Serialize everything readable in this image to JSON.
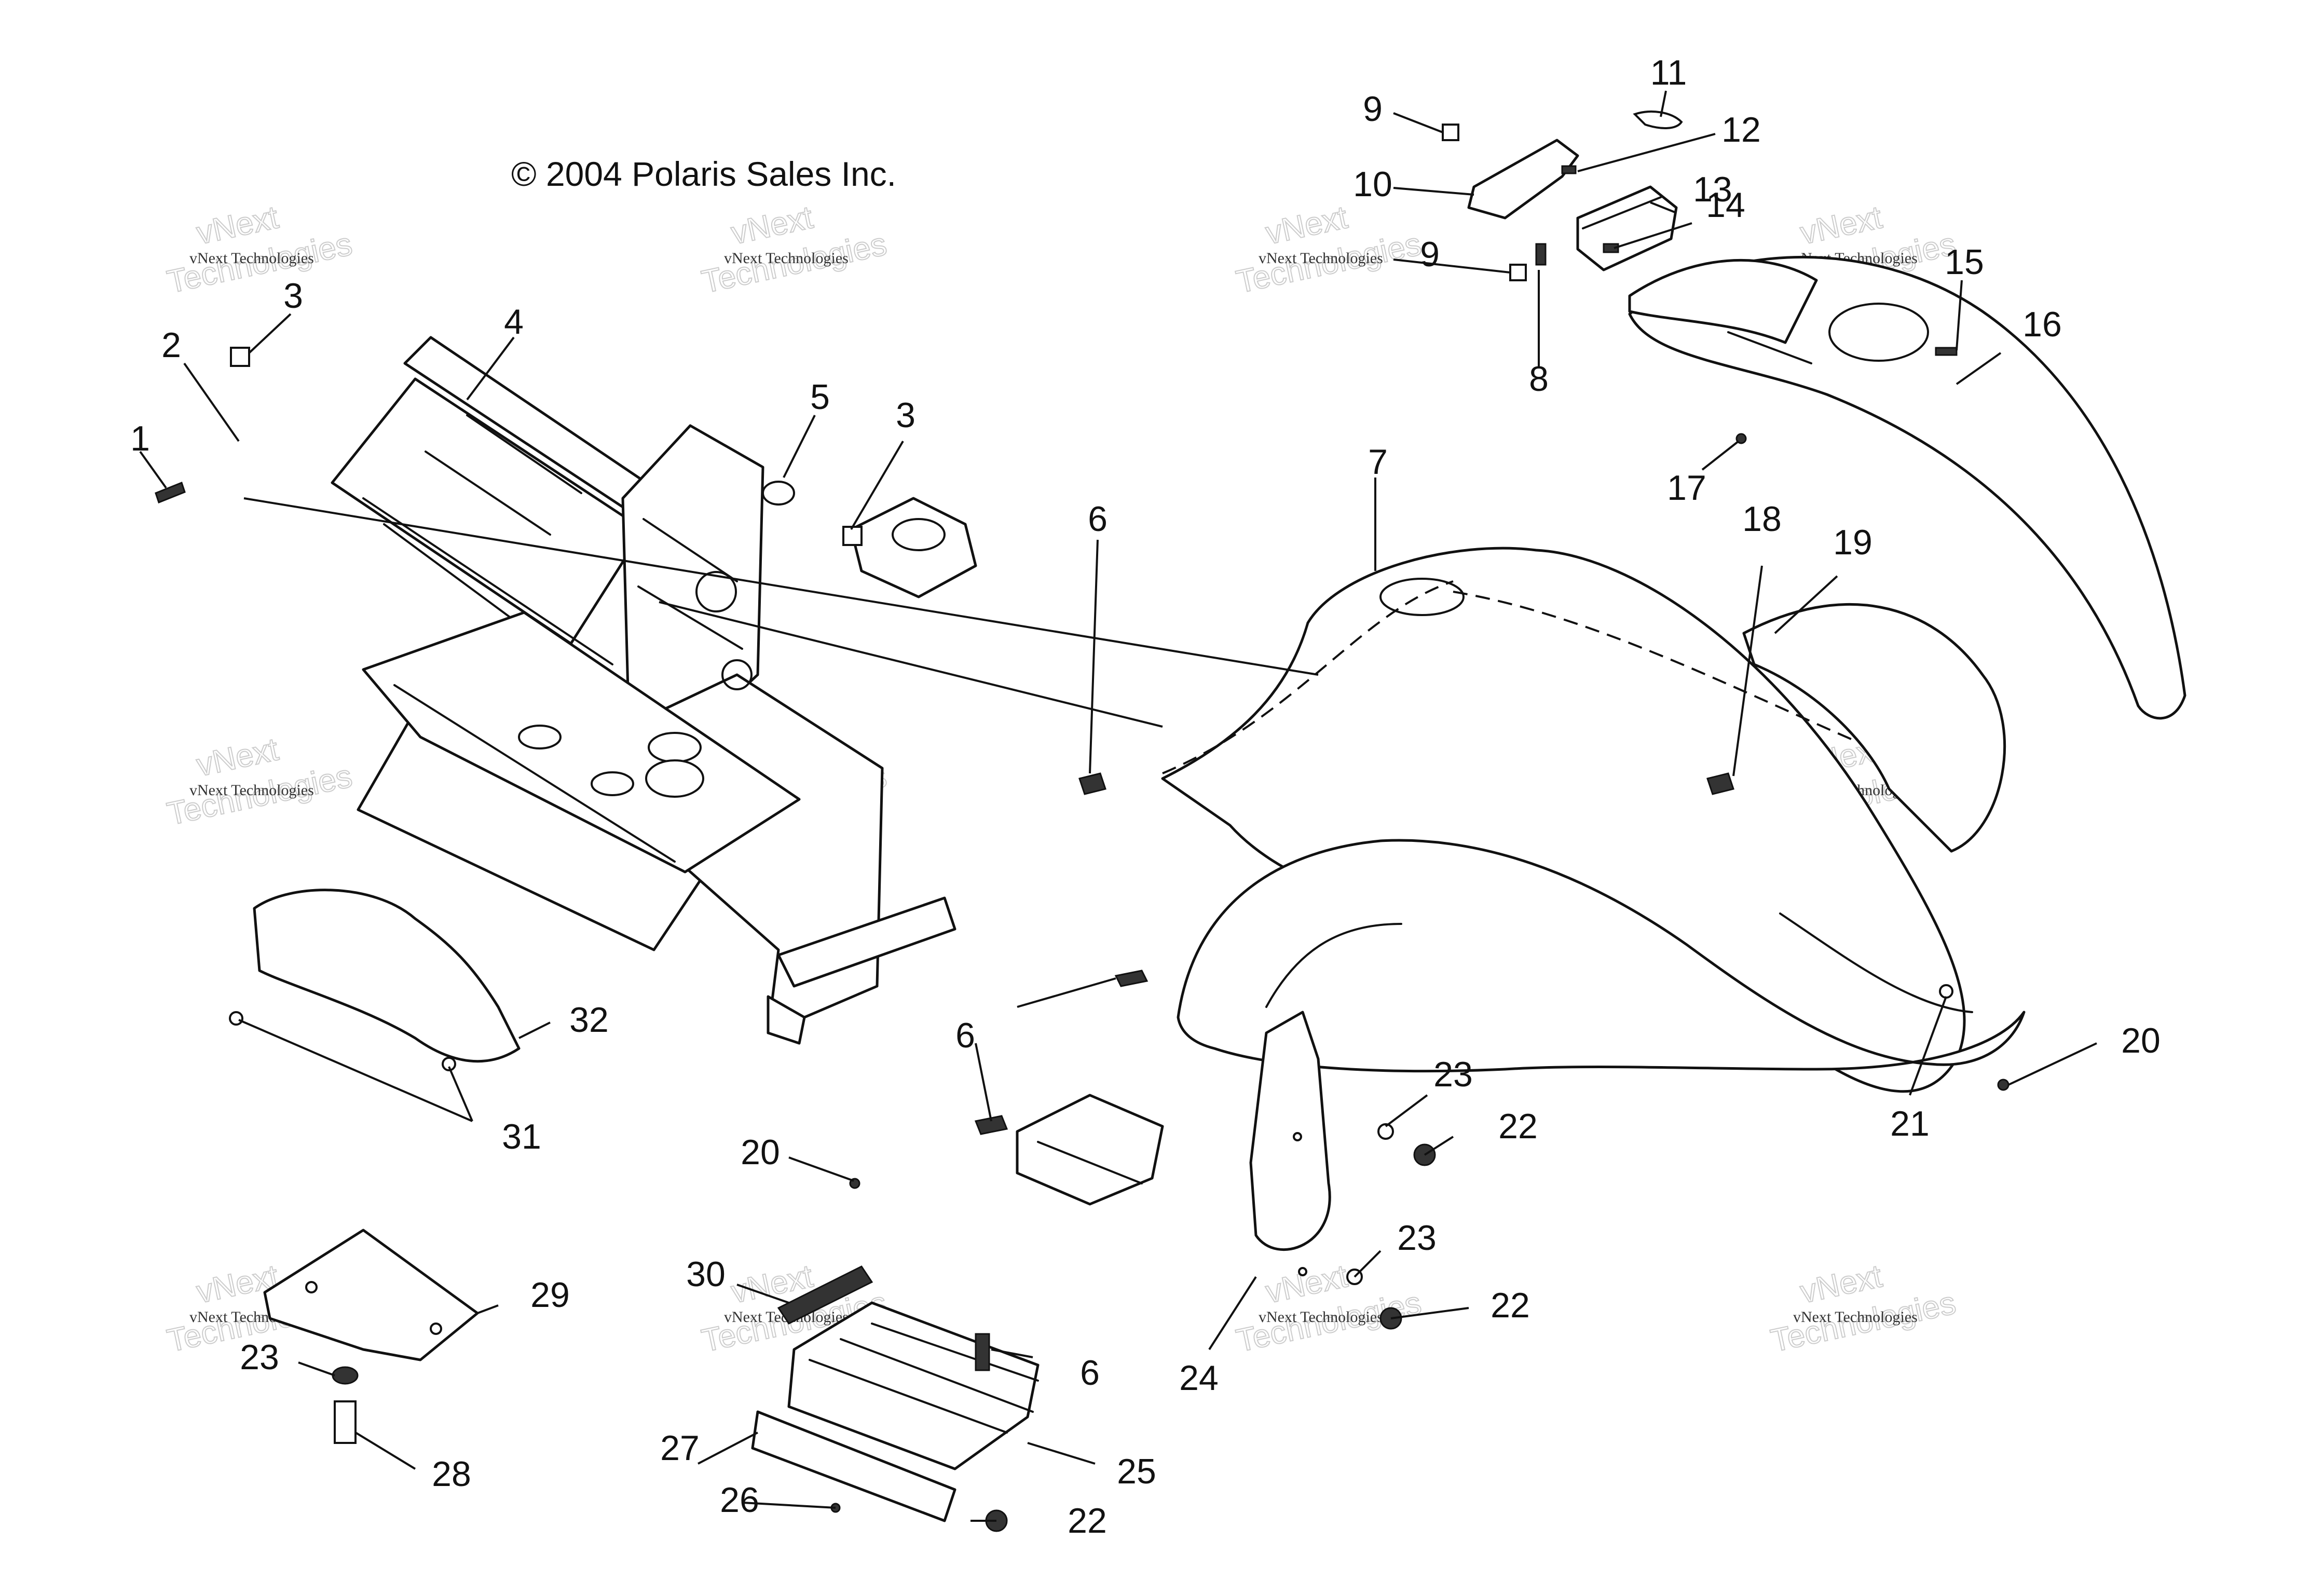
{
  "copyright": "© 2004 Polaris Sales Inc.",
  "watermark": {
    "line1": "vNext Technologies",
    "line2": "vNext",
    "line3": "Technologies"
  },
  "callouts": {
    "c1": "1",
    "c2": "2",
    "c3a": "3",
    "c3b": "3",
    "c4": "4",
    "c5": "5",
    "c6a": "6",
    "c6b": "6",
    "c6c": "6",
    "c7": "7",
    "c8": "8",
    "c9a": "9",
    "c9b": "9",
    "c10": "10",
    "c11": "11",
    "c12": "12",
    "c13": "13",
    "c14": "14",
    "c15": "15",
    "c16": "16",
    "c17": "17",
    "c18": "18",
    "c19": "19",
    "c20a": "20",
    "c20b": "20",
    "c21": "21",
    "c22a": "22",
    "c22b": "22",
    "c22c": "22",
    "c23a": "23",
    "c23b": "23",
    "c23c": "23",
    "c24": "24",
    "c25": "25",
    "c26": "26",
    "c27": "27",
    "c28": "28",
    "c29": "29",
    "c30": "30",
    "c31": "31",
    "c32": "32"
  }
}
